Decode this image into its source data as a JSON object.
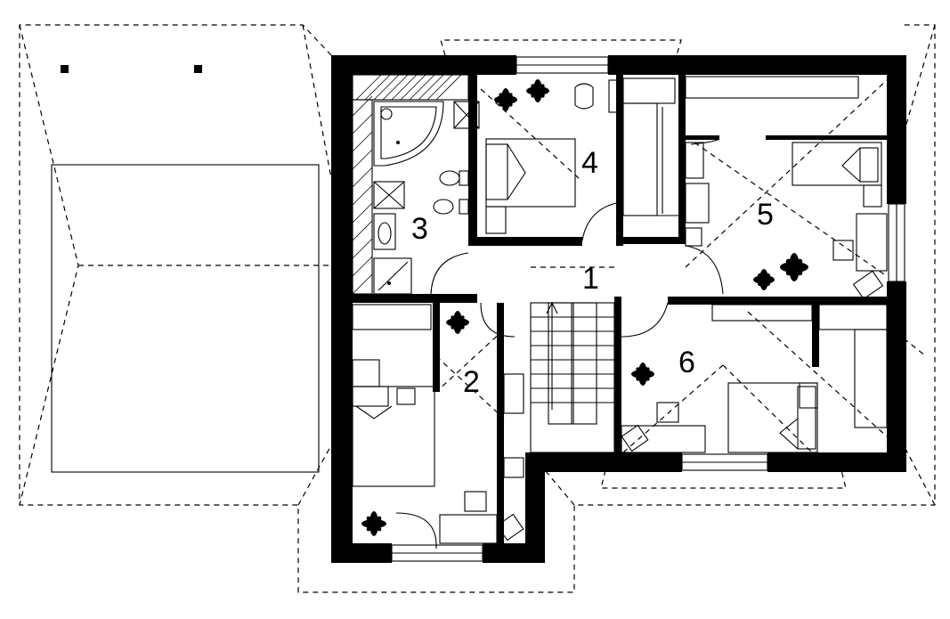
{
  "rooms": [
    {
      "id": "1",
      "label": "1"
    },
    {
      "id": "2",
      "label": "2"
    },
    {
      "id": "3",
      "label": "3"
    },
    {
      "id": "4",
      "label": "4"
    },
    {
      "id": "5",
      "label": "5"
    },
    {
      "id": "6",
      "label": "6"
    }
  ],
  "icons": [
    "plant-icon",
    "bed-icon",
    "bathtub-icon",
    "toilet-icon",
    "sink-icon",
    "shower-icon",
    "desk-chair-icon",
    "stairs-icon",
    "wardrobe-icon"
  ]
}
